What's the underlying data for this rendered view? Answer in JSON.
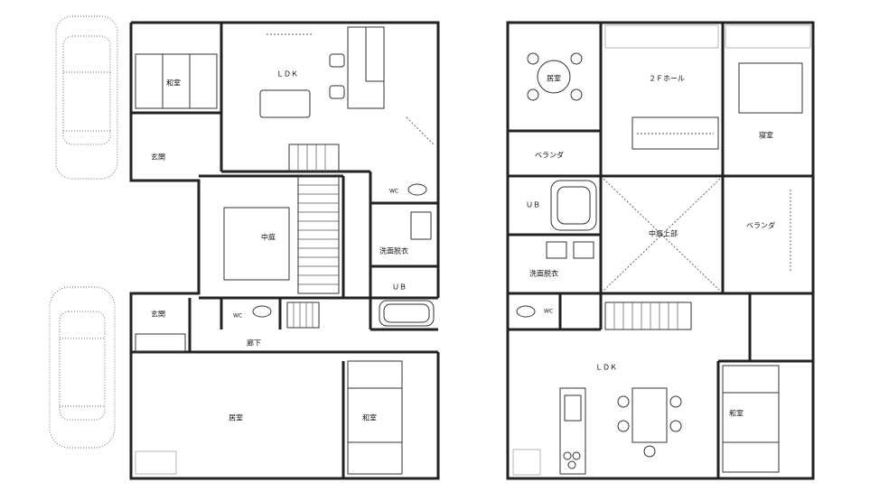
{
  "floor1": {
    "ldk": "ＬＤＫ",
    "washitsu_north": "和室",
    "genkan_north": "玄関",
    "nakaniwa": "中庭",
    "wc_east": "WC",
    "senmen_east": "洗面脱衣",
    "ub_east": "ＵＢ",
    "genkan_south": "玄関",
    "wc_south": "WC",
    "rouka": "廊下",
    "kyoshitsu_south": "居室",
    "washitsu_south": "和室"
  },
  "floor2": {
    "kyoshitsu_north": "居室",
    "hall": "２Ｆホール",
    "shinshitsu": "寝室",
    "veranda_west": "ベランダ",
    "ub": "ＵＢ",
    "nakaniwa_jobu": "中庭上部",
    "veranda_east": "ベランダ",
    "senmen": "洗面脱衣",
    "wc": "WC",
    "ldk": "ＬＤＫ",
    "washitsu": "和室"
  }
}
